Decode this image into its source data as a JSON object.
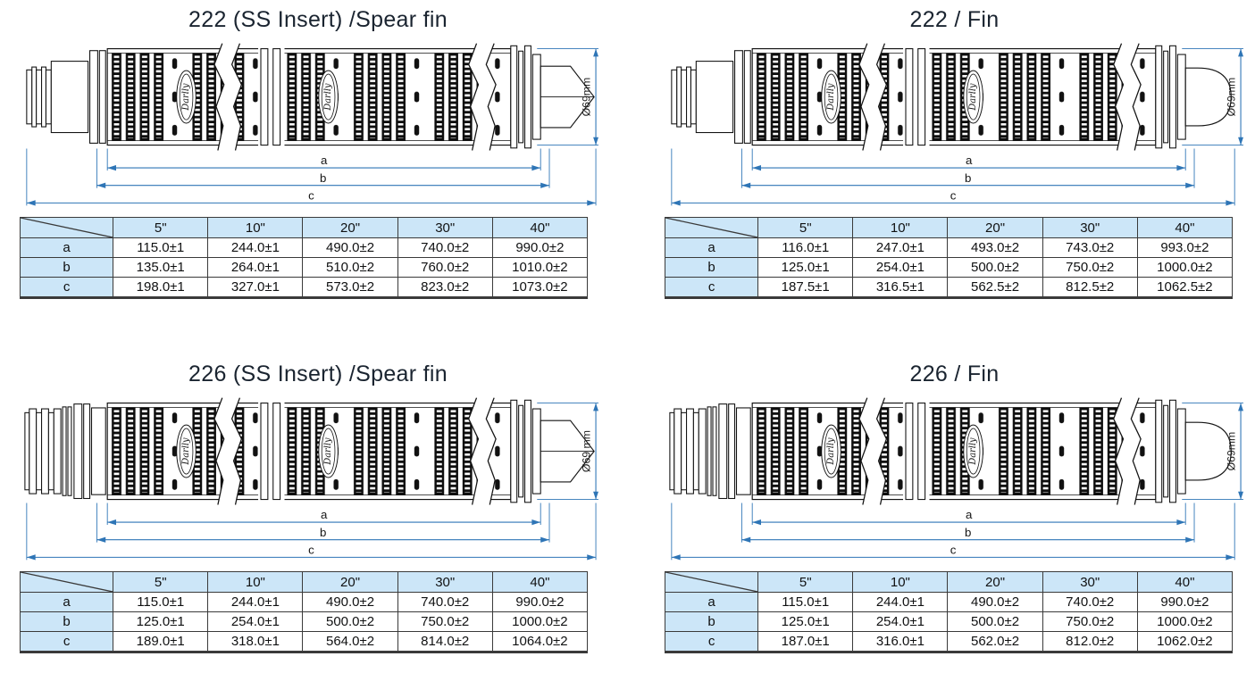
{
  "colors": {
    "dimension_blue": "#2e75b6",
    "drawing_ink": "#141414",
    "table_header_bg": "#cce6f8",
    "table_border": "#3a3a3a",
    "title_color": "#1a2430"
  },
  "labels": {
    "dim_a": "a",
    "dim_b": "b",
    "dim_c": "c",
    "logo_text": "Darlly"
  },
  "sections": [
    {
      "id": "222-ss-insert-spear-fin",
      "title": "222 (SS Insert) /Spear fin",
      "connector": "222",
      "tip": "spear",
      "diameter_label": "Ø69mm",
      "table": {
        "col_headers": [
          "5\"",
          "10\"",
          "20\"",
          "30\"",
          "40\""
        ],
        "rows": [
          {
            "label": "a",
            "values": [
              "115.0±1",
              "244.0±1",
              "490.0±2",
              "740.0±2",
              "990.0±2"
            ]
          },
          {
            "label": "b",
            "values": [
              "135.0±1",
              "264.0±1",
              "510.0±2",
              "760.0±2",
              "1010.0±2"
            ]
          },
          {
            "label": "c",
            "values": [
              "198.0±1",
              "327.0±1",
              "573.0±2",
              "823.0±2",
              "1073.0±2"
            ]
          }
        ]
      }
    },
    {
      "id": "222-fin",
      "title": "222 / Fin",
      "connector": "222",
      "tip": "dome",
      "diameter_label": "Ø69mm",
      "table": {
        "col_headers": [
          "5\"",
          "10\"",
          "20\"",
          "30\"",
          "40\""
        ],
        "rows": [
          {
            "label": "a",
            "values": [
              "116.0±1",
              "247.0±1",
              "493.0±2",
              "743.0±2",
              "993.0±2"
            ]
          },
          {
            "label": "b",
            "values": [
              "125.0±1",
              "254.0±1",
              "500.0±2",
              "750.0±2",
              "1000.0±2"
            ]
          },
          {
            "label": "c",
            "values": [
              "187.5±1",
              "316.5±1",
              "562.5±2",
              "812.5±2",
              "1062.5±2"
            ]
          }
        ]
      }
    },
    {
      "id": "226-ss-insert-spear-fin",
      "title": "226 (SS Insert) /Spear fin",
      "connector": "226",
      "tip": "spear",
      "diameter_label": "Ø69 mm",
      "table": {
        "col_headers": [
          "5\"",
          "10\"",
          "20\"",
          "30\"",
          "40\""
        ],
        "rows": [
          {
            "label": "a",
            "values": [
              "115.0±1",
              "244.0±1",
              "490.0±2",
              "740.0±2",
              "990.0±2"
            ]
          },
          {
            "label": "b",
            "values": [
              "125.0±1",
              "254.0±1",
              "500.0±2",
              "750.0±2",
              "1000.0±2"
            ]
          },
          {
            "label": "c",
            "values": [
              "189.0±1",
              "318.0±1",
              "564.0±2",
              "814.0±2",
              "1064.0±2"
            ]
          }
        ]
      }
    },
    {
      "id": "226-fin",
      "title": "226 / Fin",
      "connector": "226",
      "tip": "dome",
      "diameter_label": "Ø69mm",
      "table": {
        "col_headers": [
          "5\"",
          "10\"",
          "20\"",
          "30\"",
          "40\""
        ],
        "rows": [
          {
            "label": "a",
            "values": [
              "115.0±1",
              "244.0±1",
              "490.0±2",
              "740.0±2",
              "990.0±2"
            ]
          },
          {
            "label": "b",
            "values": [
              "125.0±1",
              "254.0±1",
              "500.0±2",
              "750.0±2",
              "1000.0±2"
            ]
          },
          {
            "label": "c",
            "values": [
              "187.0±1",
              "316.0±1",
              "562.0±2",
              "812.0±2",
              "1062.0±2"
            ]
          }
        ]
      }
    }
  ]
}
